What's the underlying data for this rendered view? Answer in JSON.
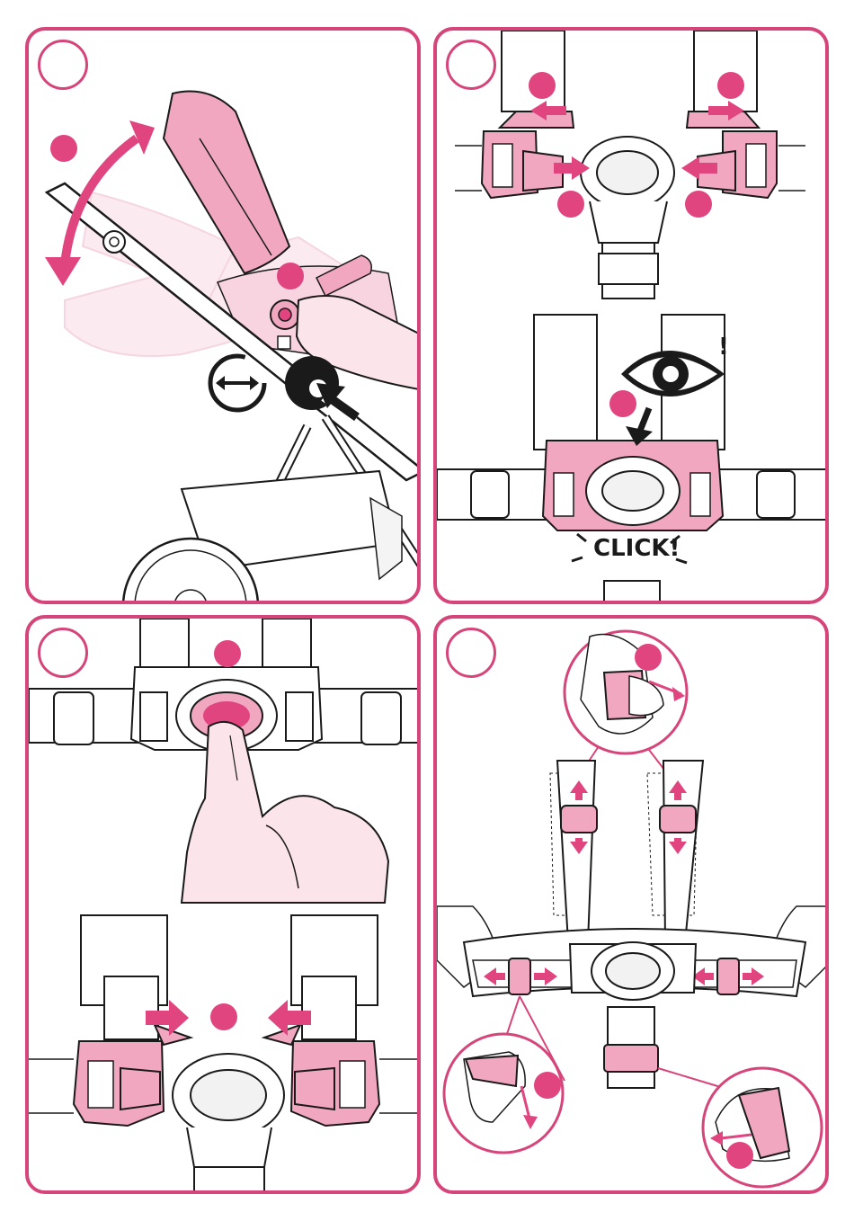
{
  "panels": [
    {
      "id": "panel-recline",
      "step_number": ""
    },
    {
      "id": "panel-buckle-fasten",
      "step_number": ""
    },
    {
      "id": "panel-buckle-release",
      "step_number": ""
    },
    {
      "id": "panel-harness-adjust",
      "step_number": ""
    }
  ],
  "buckle": {
    "click_label": "CLICK!",
    "warning_mark": "!"
  },
  "colors": {
    "accent": "#d6457a",
    "pink_fill": "#f2a7c1",
    "light_pink": "#f8d3e0",
    "line": "#1a1a1a"
  },
  "icons": [
    "rotate-adjust-icon",
    "push-button-icon",
    "eye-check-icon",
    "arrow-icon",
    "finger-press-icon"
  ]
}
